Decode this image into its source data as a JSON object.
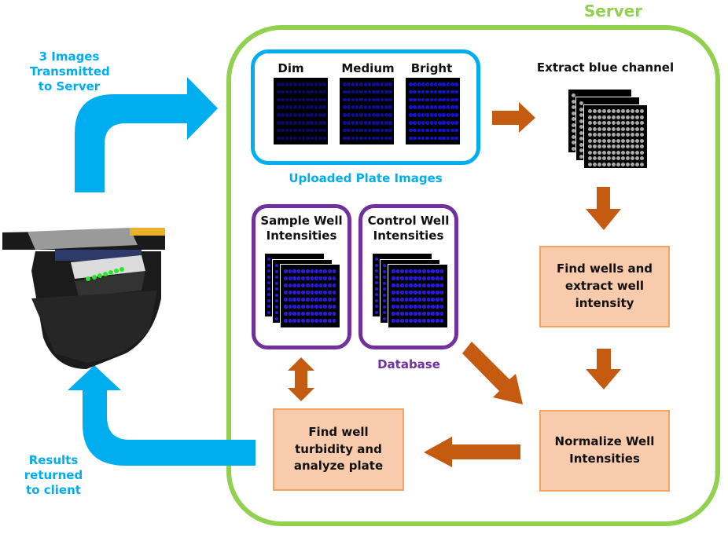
{
  "client": {
    "upload_label": [
      "3 Images",
      "Transmitted",
      "to Server"
    ],
    "return_label": [
      "Results",
      "returned",
      "to client"
    ],
    "device": "plate-reader-device"
  },
  "server": {
    "title": "Server",
    "uploaded": {
      "caption": "Uploaded Plate Images",
      "images": [
        {
          "label": "Dim",
          "intensity": 0.45
        },
        {
          "label": "Medium",
          "intensity": 0.65
        },
        {
          "label": "Bright",
          "intensity": 0.9
        }
      ]
    },
    "extract": {
      "label": "Extract blue channel"
    },
    "database": {
      "caption": "Database",
      "sample": {
        "label": [
          "Sample Well",
          "Intensities"
        ]
      },
      "control": {
        "label": [
          "Control Well",
          "Intensities"
        ]
      }
    },
    "steps": {
      "find_wells": [
        "Find wells and",
        "extract well",
        "intensity"
      ],
      "normalize": [
        "Normalize Well",
        "Intensities"
      ],
      "turbidity": [
        "Find well",
        "turbidity and",
        "analyze plate"
      ]
    }
  },
  "colors": {
    "client_arrow": "#00aeef",
    "server_border": "#92d050",
    "upload_border": "#00aeef",
    "db_border": "#7030a0",
    "flow_arrow": "#c55a11",
    "step_fill": "#f8cbad"
  }
}
